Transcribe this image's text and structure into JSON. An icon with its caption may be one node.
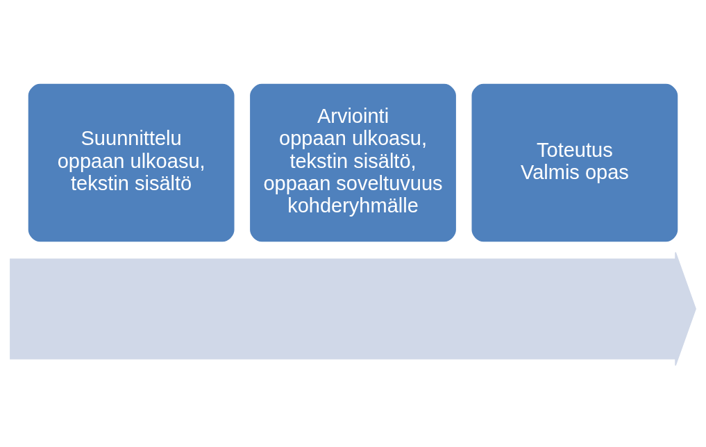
{
  "diagram": {
    "nodes": [
      {
        "text": [],
        "shape": "arrow"
      },
      {
        "text": [
          "Suunnittelu",
          "oppaan ulkoasu, tekstin sisältö"
        ]
      },
      {
        "text": [
          "Arviointi",
          "oppaan ulkoasu, tekstin sisältö, oppaan soveltuvuus kohderyhmälle"
        ]
      },
      {
        "text": [
          "Toteutus",
          "Valmis opas"
        ]
      }
    ],
    "edges": []
  }
}
